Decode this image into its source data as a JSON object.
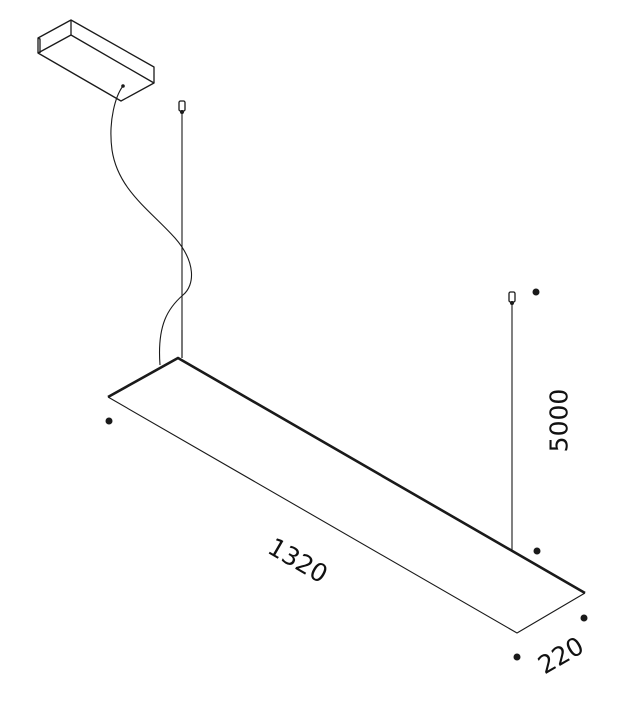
{
  "diagram": {
    "type": "technical drawing",
    "subject": "suspended linear pendant luminaire",
    "dimensions": {
      "length": "1320",
      "width": "220",
      "suspension_height": "5000"
    },
    "components": [
      "canopy",
      "power cable",
      "suspension wire left",
      "suspension wire right",
      "light panel",
      "dimension markers"
    ],
    "colors": {
      "line": "#1a1a1a",
      "background": "#ffffff"
    }
  }
}
